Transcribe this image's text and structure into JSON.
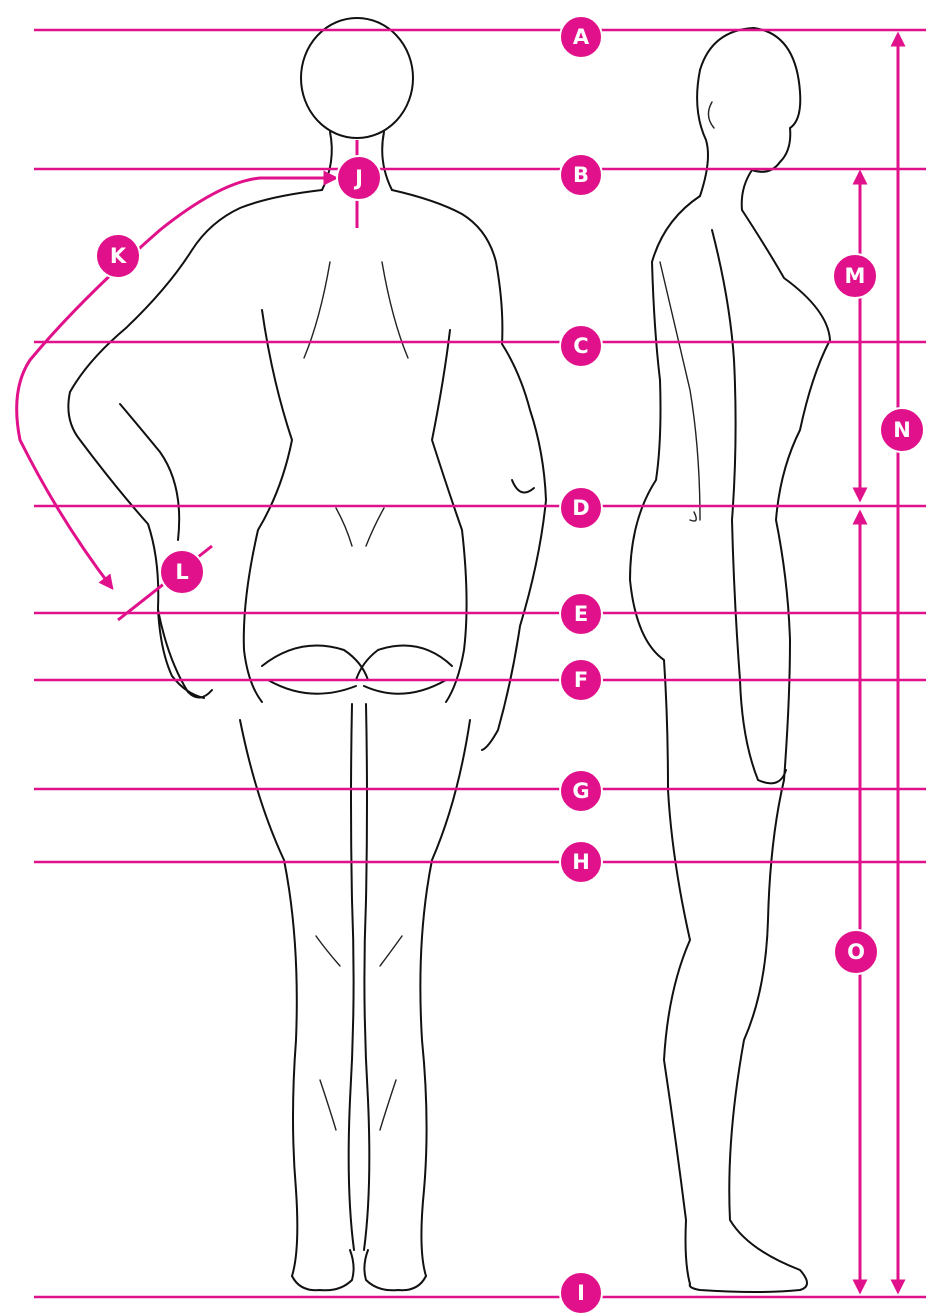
{
  "colors": {
    "accent": "#e0118a",
    "outline": "#111111",
    "background": "#ffffff"
  },
  "figures": {
    "back_view": "female-figure-back-view",
    "side_view": "female-figure-side-view"
  },
  "lines": {
    "A": "A",
    "B": "B",
    "C": "C",
    "D": "D",
    "E": "E",
    "F": "F",
    "G": "G",
    "H": "H",
    "I": "I"
  },
  "points": {
    "J": "J",
    "K": "K",
    "L": "L"
  },
  "spans": {
    "M": "M",
    "N": "N",
    "O": "O"
  }
}
